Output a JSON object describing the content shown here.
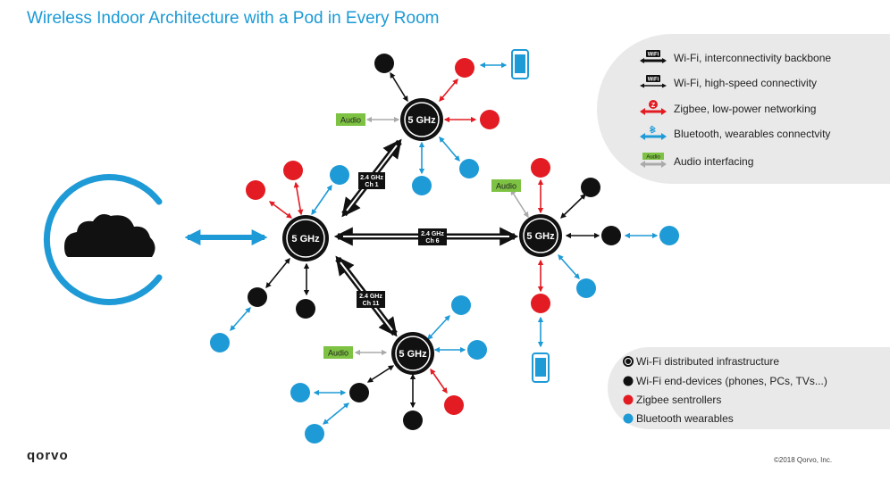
{
  "title": "Wireless Indoor Architecture with a Pod in Every Room",
  "pod_label": "5 GHz",
  "audio_label": "Audio",
  "channels": [
    {
      "line1": "2.4 GHz",
      "line2": "Ch 1"
    },
    {
      "line1": "2.4 GHz",
      "line2": "Ch 6"
    },
    {
      "line1": "2.4 GHz",
      "line2": "Ch 11"
    }
  ],
  "legend_links": [
    {
      "text": "Wi-Fi, interconnectivity backbone",
      "icon": "wifi-backbone-icon"
    },
    {
      "text": "Wi-Fi, high-speed connectivity",
      "icon": "wifi-highspeed-icon"
    },
    {
      "text": "Zigbee, low-power networking",
      "icon": "zigbee-icon"
    },
    {
      "text": "Bluetooth, wearables connectvity",
      "icon": "bluetooth-icon"
    },
    {
      "text": "Audio interfacing",
      "icon": "audio-icon"
    }
  ],
  "legend_nodes": [
    {
      "text": "Wi-Fi distributed infrastructure",
      "kind": "pod"
    },
    {
      "text": "Wi-Fi end-devices (phones, PCs, TVs...)",
      "kind": "wifi"
    },
    {
      "text": "Zigbee sentrollers",
      "kind": "zigbee"
    },
    {
      "text": "Bluetooth wearables",
      "kind": "bt"
    }
  ],
  "logo": "qorvo",
  "copyright": "©2018 Qorvo, Inc.",
  "colors": {
    "title": "#1a9ad6",
    "bluetooth": "#1e9ad6",
    "zigbee": "#e31b23",
    "wifi": "#111111",
    "audio": "#7dc242",
    "panel": "#e9e9e9"
  }
}
